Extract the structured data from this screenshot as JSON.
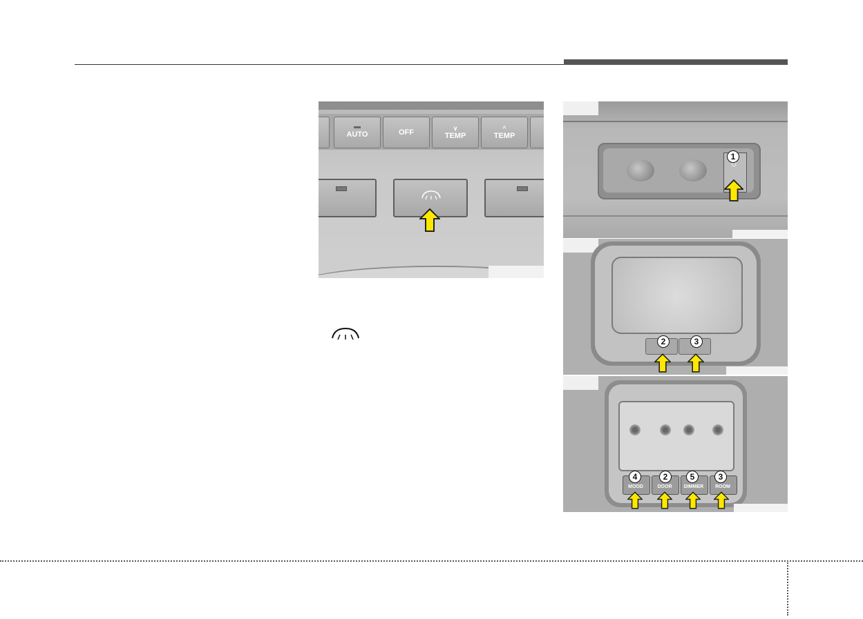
{
  "climate_panel": {
    "buttons": [
      {
        "label": "AUTO",
        "glyph": ""
      },
      {
        "label": "OFF",
        "glyph": ""
      },
      {
        "label": "TEMP",
        "glyph": "∨"
      },
      {
        "label": "TEMP",
        "glyph": "^"
      }
    ]
  },
  "map_lamp": {
    "callouts": [
      "1"
    ]
  },
  "rear_lamp": {
    "callouts": [
      "2",
      "3"
    ]
  },
  "room_lamp": {
    "buttons": [
      {
        "num": "4",
        "label": "MOOD"
      },
      {
        "num": "2",
        "label": "DOOR"
      },
      {
        "num": "5",
        "label": "DIMMER"
      },
      {
        "num": "3",
        "label": "ROOM"
      }
    ]
  },
  "icons": {
    "climate_button": "ceiling-lamp-icon",
    "inline_symbol": "ceiling-lamp-icon",
    "callout_arrow": "arrow-up-icon"
  },
  "colors": {
    "arrow_fill": "#ffe800",
    "arrow_stroke": "#222222"
  }
}
